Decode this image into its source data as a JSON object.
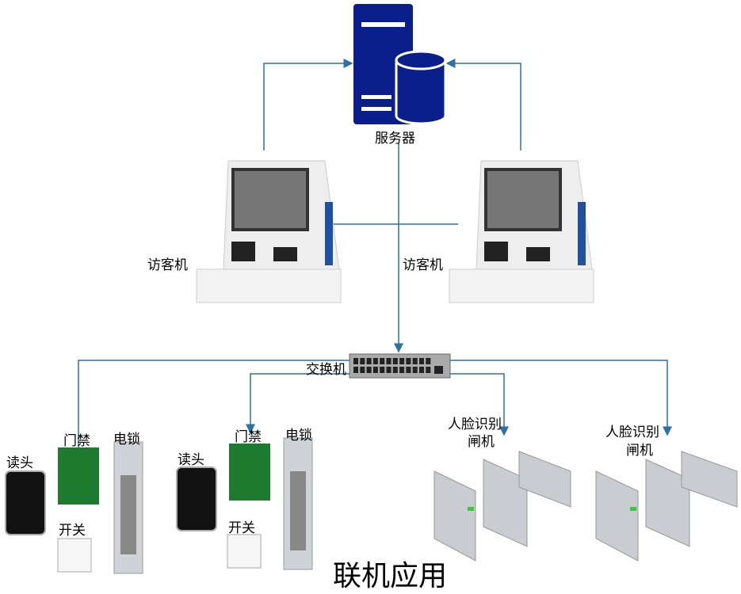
{
  "title": "联机应用",
  "labels": {
    "server": "服务器",
    "kiosk_left": "访客机",
    "kiosk_right": "访客机",
    "switch": "交换机",
    "reader_1": "读头",
    "controller_1": "门禁",
    "lock_1": "电锁",
    "button_1": "开关",
    "reader_2": "读头",
    "controller_2": "门禁",
    "lock_2": "电锁",
    "button_2": "开关",
    "gate_1_line1": "人脸识别",
    "gate_1_line2": "闸机",
    "gate_2_line1": "人脸识别",
    "gate_2_line2": "闸机"
  },
  "colors": {
    "line": "#2f6fa8",
    "server": "#0a1e8c"
  }
}
